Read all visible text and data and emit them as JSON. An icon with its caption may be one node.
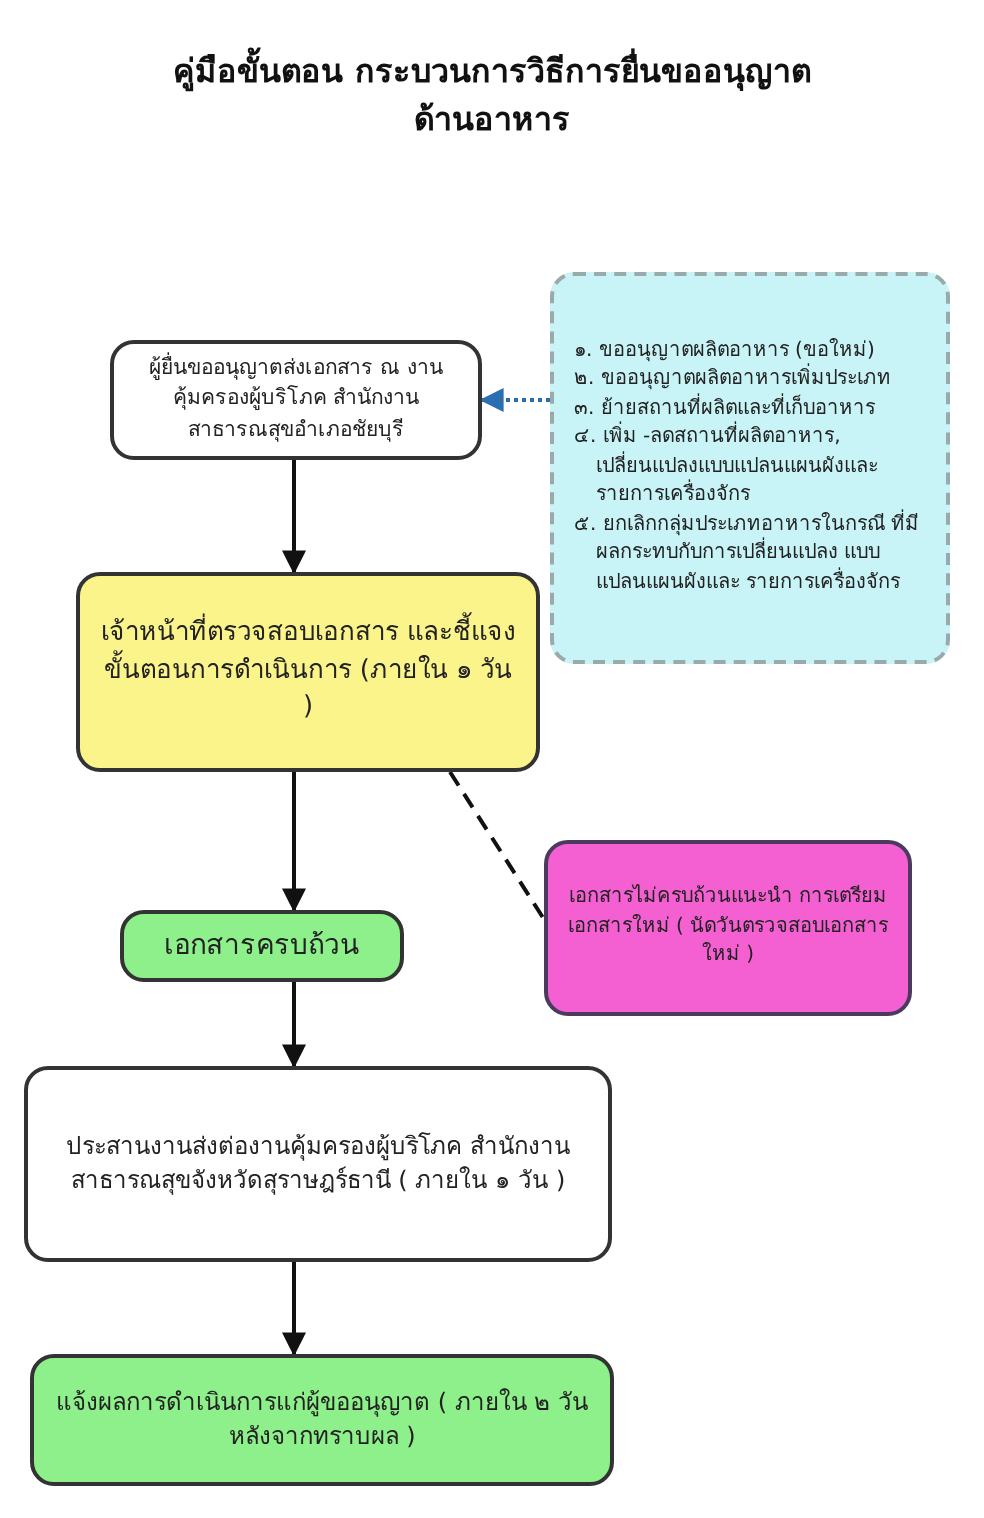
{
  "diagram": {
    "title": "คู่มือขั้นตอน กระบวนการวิธีการยื่นขออนุญาตด้านอาหาร",
    "nodes": [
      {
        "text": [
          "ผู้ยื่นขออนุญาตส่งเอกสาร ณ งานคุ้มครองผู้บริโภค สำนักงานสาธารณสุขอำเภอชัยบุรี"
        ]
      },
      {
        "text": [
          "๑. ขออนุญาตผลิตอาหาร (ขอใหม่)",
          "๒. ขออนุญาตผลิตอาหารเพิ่มประเภท",
          "๓. ย้ายสถานที่ผลิตและที่เก็บอาหาร",
          "๔. เพิ่ม -ลดสถานที่ผลิตอาหาร, เปลี่ยนแปลงแบบแปลนแผนผังและ รายการเครื่องจักร",
          "๕. ยกเลิกกลุ่มประเภทอาหารในกรณี ที่มีผลกระทบกับการเปลี่ยนแปลง แบบแปลนแผนผังและ รายการเครื่องจักร"
        ]
      },
      {
        "text": [
          "เจ้าหน้าที่ตรวจสอบเอกสาร และชี้แจงขั้นตอนการดำเนินการ (ภายใน ๑ วัน )"
        ]
      },
      {
        "text": [
          "เอกสารครบถ้วน"
        ]
      },
      {
        "text": [
          "เอกสารไม่ครบถ้วนแนะนำ การเตรียมเอกสารใหม่ ( นัดวันตรวจสอบเอกสารใหม่ )"
        ]
      },
      {
        "text": [
          "ประสานงานส่งต่องานคุ้มครองผู้บริโภค สำนักงานสาธารณสุขจังหวัดสุราษฎร์ธานี ( ภายใน ๑ วัน )"
        ]
      },
      {
        "text": [
          "แจ้งผลการดำเนินการแก่ผู้ขออนุญาต ( ภายใน ๒ วันหลังจากทราบผล )"
        ]
      }
    ],
    "edges": [
      {
        "from": 1,
        "to": 0,
        "arrow": "to",
        "style": "dashed",
        "color": "#2a6fb0"
      },
      {
        "from": 0,
        "to": 2,
        "arrow": "to"
      },
      {
        "from": 2,
        "to": 3,
        "arrow": "to"
      },
      {
        "from": 2,
        "to": 4,
        "arrow": "none",
        "style": "dashed"
      },
      {
        "from": 3,
        "to": 5,
        "arrow": "to"
      },
      {
        "from": 5,
        "to": 6,
        "arrow": "to"
      }
    ]
  }
}
